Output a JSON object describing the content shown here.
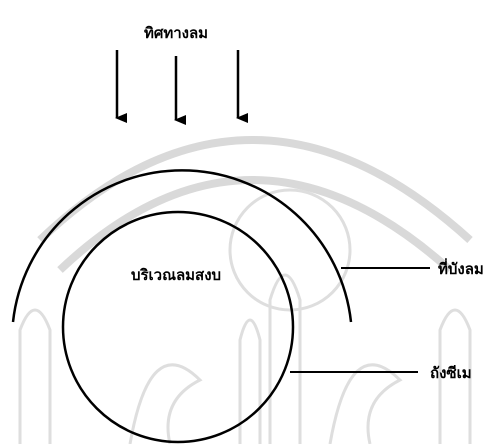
{
  "diagram": {
    "wind_direction_label": "ทิศทางลม",
    "calm_area_label": "บริเวณลมสงบ",
    "windbreak_label": "ที่บังลม",
    "tank_label": "ถังซีเม",
    "arrow_count": 3
  },
  "colors": {
    "ink": "#000000",
    "background": "#ffffff",
    "watermark": "#d6d6d6"
  },
  "icons": {
    "arrow": "down-arrow-icon",
    "watermark": "university-seal-watermark"
  }
}
